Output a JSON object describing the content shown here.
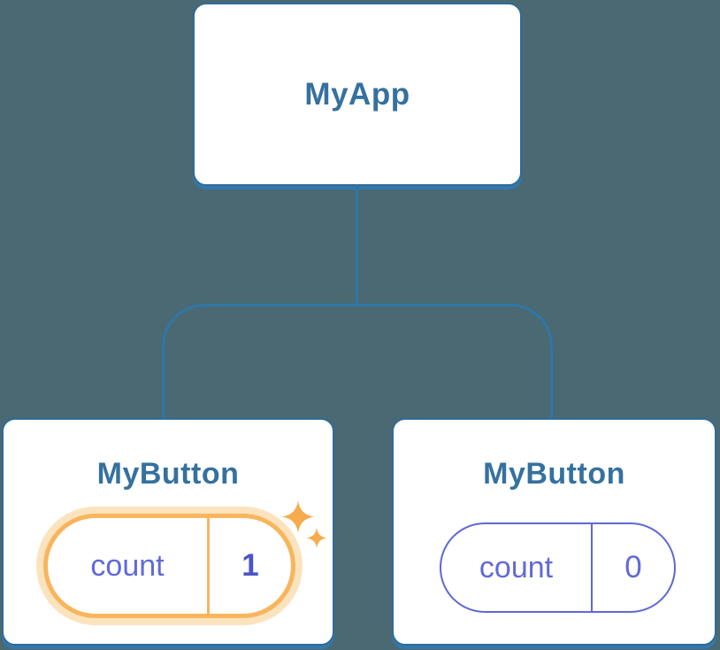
{
  "diagram": {
    "type": "component-tree",
    "tree": {
      "root": {
        "label": "MyApp"
      },
      "children": [
        {
          "label": "MyButton",
          "state_key": "count",
          "state_value": "1",
          "highlighted": true
        },
        {
          "label": "MyButton",
          "state_key": "count",
          "state_value": "0",
          "highlighted": false
        }
      ]
    }
  },
  "colors": {
    "bg": "#4a6973",
    "card_border": "#2e6b99",
    "card_shadow": "#3478ab",
    "label_text": "#35719f",
    "connector": "#2f76a8",
    "state_text": "#6169d9",
    "state_border": "#5f68d4",
    "state_value_bold": "#4a54c8",
    "highlight_orange": "#f8b55c",
    "highlight_halo": "#fbe3be",
    "sparkle": "#f6ac4c"
  }
}
